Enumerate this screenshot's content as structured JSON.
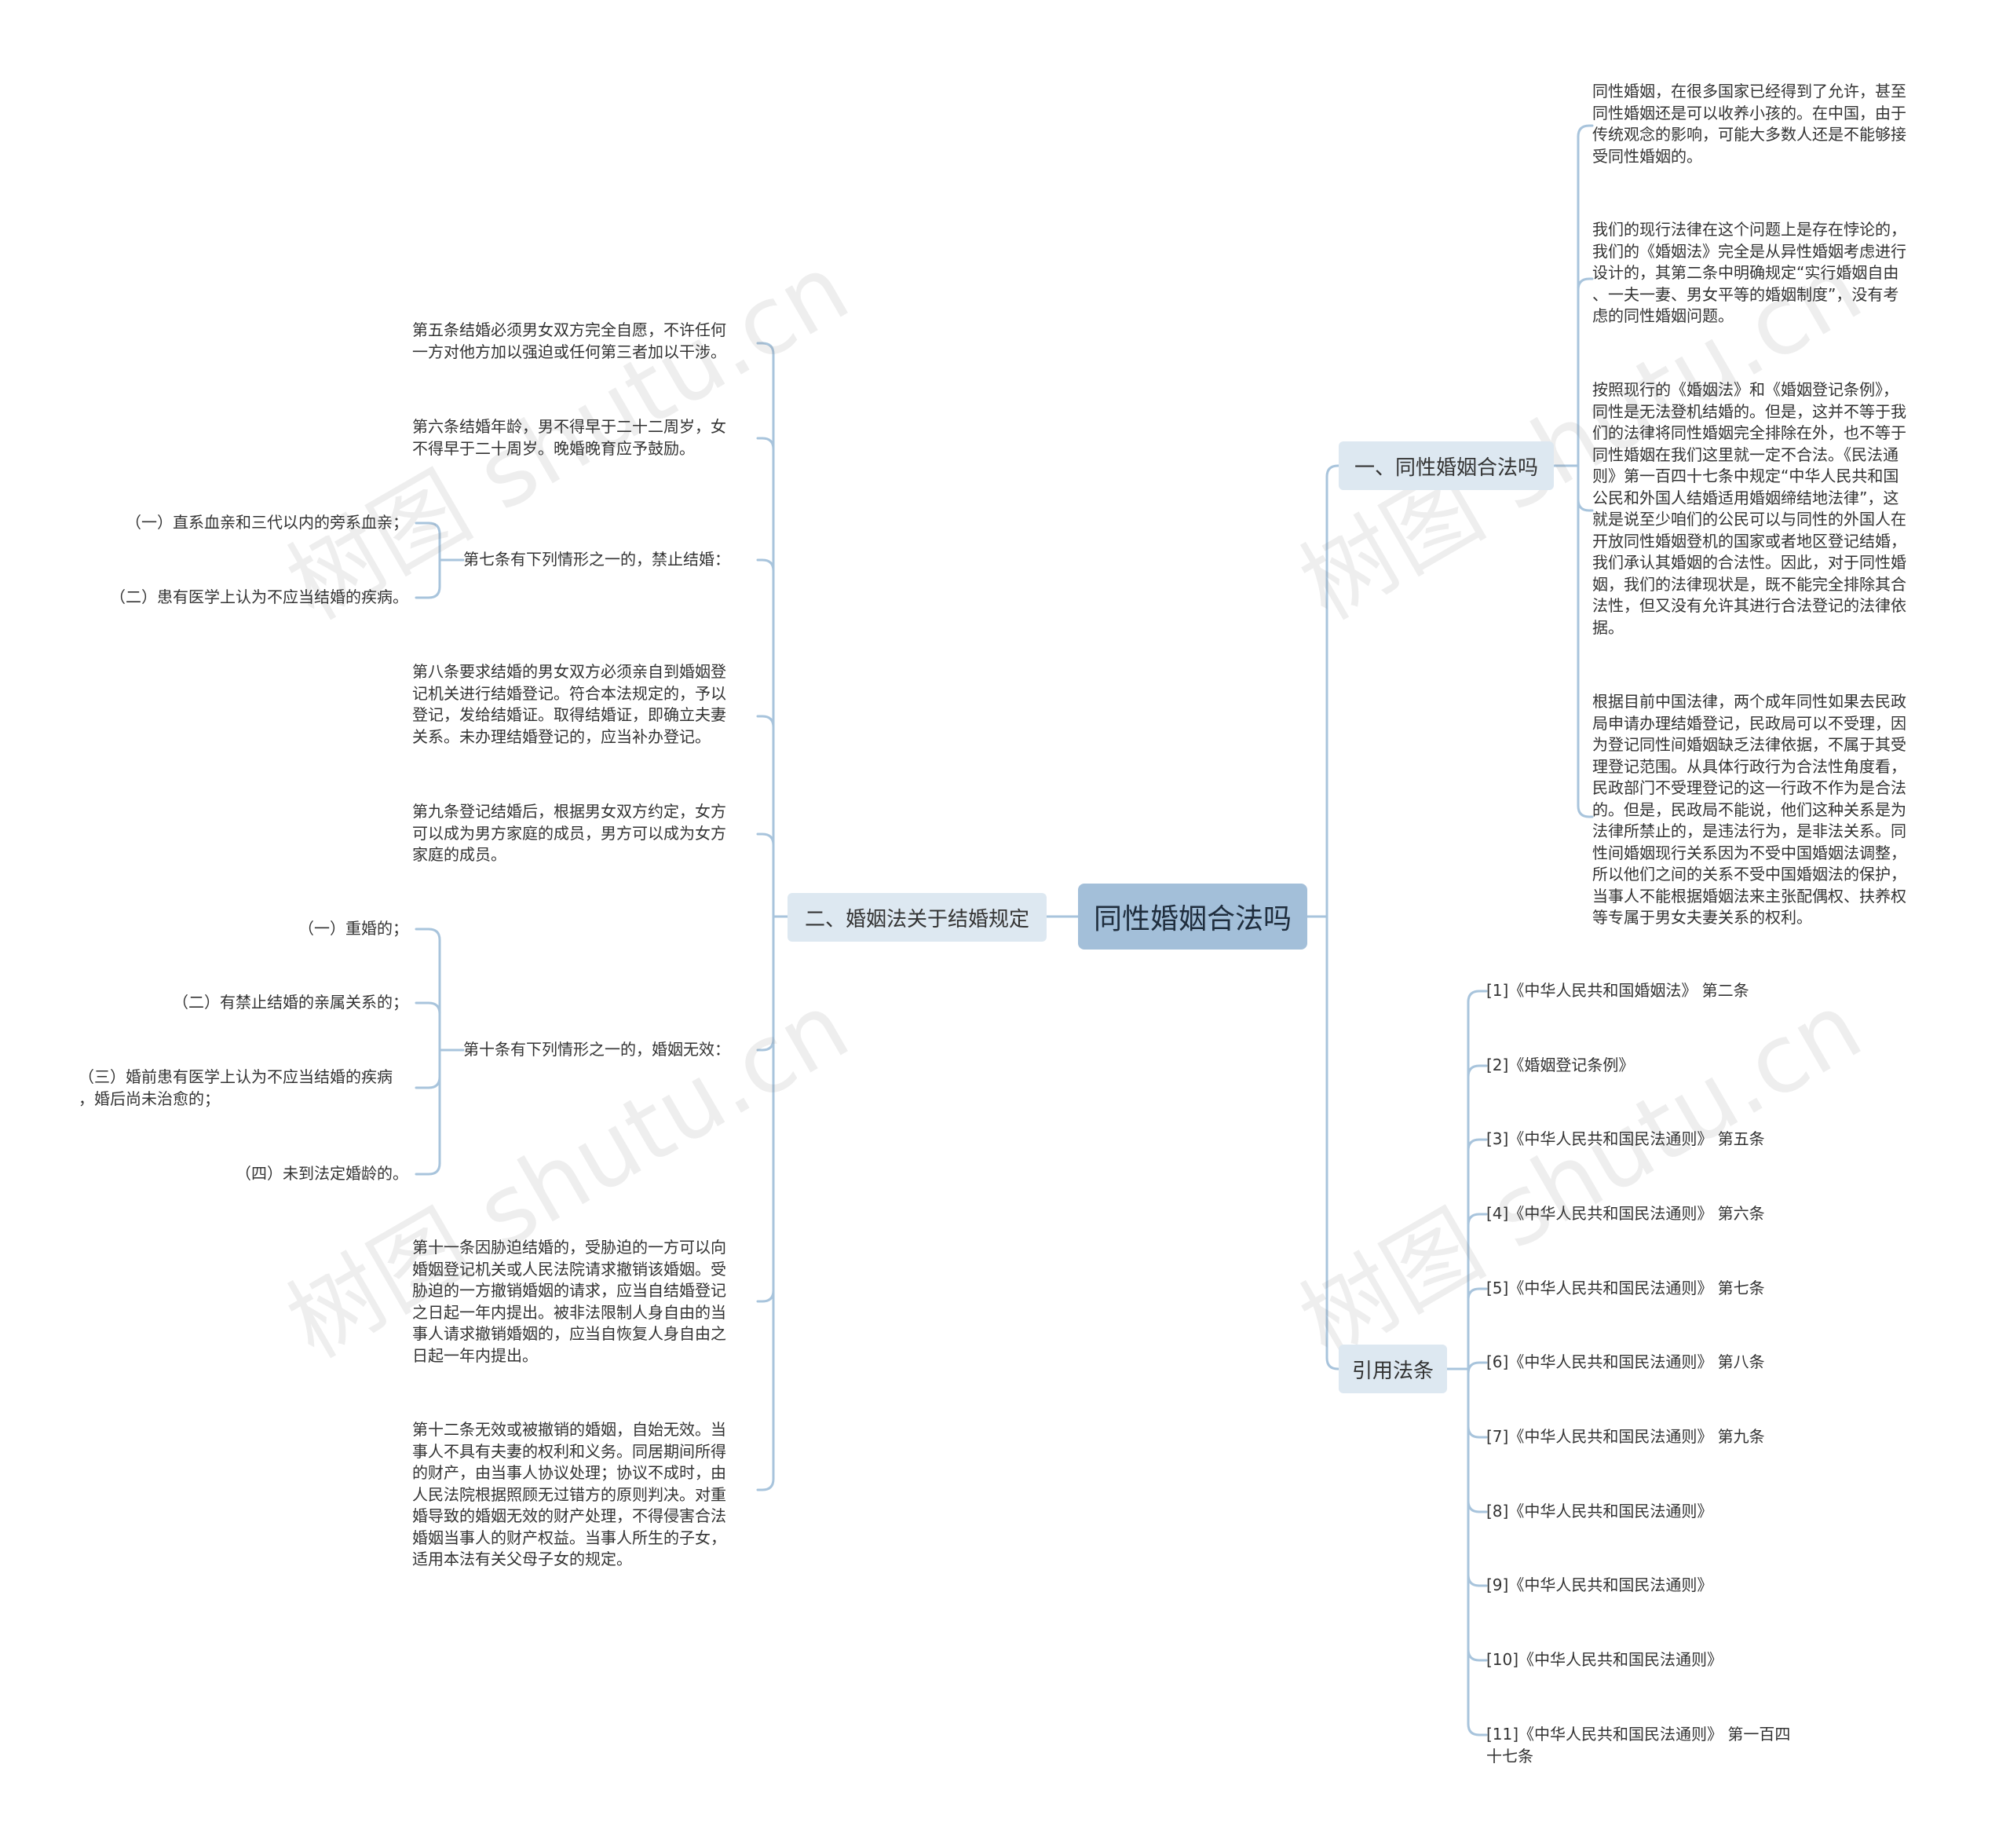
{
  "root": {
    "label": "同性婚姻合法吗"
  },
  "branches": {
    "b1": "一、同性婚姻合法吗",
    "b2": "二、婚姻法关于结婚规定",
    "b3": "引用法条"
  },
  "b1_items": [
    "同性婚姻，在很多国家已经得到了允许，甚至\n同性婚姻还是可以收养小孩的。在中国，由于\n传统观念的影响，可能大多数人还是不能够接\n受同性婚姻的。",
    "我们的现行法律在这个问题上是存在悖论的，\n我们的《婚姻法》完全是从异性婚姻考虑进行\n设计的，其第二条中明确规定“实行婚姻自由\n、一夫一妻、男女平等的婚姻制度”，没有考\n虑的同性婚姻问题。",
    "按照现行的《婚姻法》和《婚姻登记条例》，\n同性是无法登机结婚的。但是，这并不等于我\n们的法律将同性婚姻完全排除在外，也不等于\n同性婚姻在我们这里就一定不合法。《民法通\n则》第一百四十七条中规定“中华人民共和国\n公民和外国人结婚适用婚姻缔结地法律”，这\n就是说至少咱们的公民可以与同性的外国人在\n开放同性婚姻登机的国家或者地区登记结婚，\n我们承认其婚姻的合法性。因此，对于同性婚\n姻，我们的法律现状是，既不能完全排除其合\n法性，但又没有允许其进行合法登记的法律依\n据。",
    "根据目前中国法律，两个成年同性如果去民政\n局申请办理结婚登记，民政局可以不受理，因\n为登记同性间婚姻缺乏法律依据，不属于其受\n理登记范围。从具体行政行为合法性角度看，\n民政部门不受理登记的这一行政不作为是合法\n的。但是，民政局不能说，他们这种关系是为\n法律所禁止的，是违法行为，是非法关系。同\n性间婚姻现行关系因为不受中国婚姻法调整，\n所以他们之间的关系不受中国婚姻法的保护，\n当事人不能根据婚姻法来主张配偶权、扶养权\n等专属于男女夫妻关系的权利。"
  ],
  "b2_items": {
    "art5": "第五条结婚必须男女双方完全自愿，不许任何\n一方对他方加以强迫或任何第三者加以干涉。",
    "art6": "第六条结婚年龄，男不得早于二十二周岁，女\n不得早于二十周岁。晚婚晚育应予鼓励。",
    "art7": "第七条有下列情形之一的，禁止结婚：",
    "art7_subs": [
      "（一）直系血亲和三代以内的旁系血亲；",
      "（二）患有医学上认为不应当结婚的疾病。"
    ],
    "art8": "第八条要求结婚的男女双方必须亲自到婚姻登\n记机关进行结婚登记。符合本法规定的，予以\n登记，发给结婚证。取得结婚证，即确立夫妻\n关系。未办理结婚登记的，应当补办登记。",
    "art9": "第九条登记结婚后，根据男女双方约定，女方\n可以成为男方家庭的成员，男方可以成为女方\n家庭的成员。",
    "art10": "第十条有下列情形之一的，婚姻无效：",
    "art10_subs": [
      "（一）重婚的；",
      "（二）有禁止结婚的亲属关系的；",
      "（三）婚前患有医学上认为不应当结婚的疾病\n，婚后尚未治愈的；",
      "（四）未到法定婚龄的。"
    ],
    "art11": "第十一条因胁迫结婚的，受胁迫的一方可以向\n婚姻登记机关或人民法院请求撤销该婚姻。受\n胁迫的一方撤销婚姻的请求，应当自结婚登记\n之日起一年内提出。被非法限制人身自由的当\n事人请求撤销婚姻的，应当自恢复人身自由之\n日起一年内提出。",
    "art12": "第十二条无效或被撤销的婚姻，自始无效。当\n事人不具有夫妻的权利和义务。同居期间所得\n的财产，由当事人协议处理；协议不成时，由\n人民法院根据照顾无过错方的原则判决。对重\n婚导致的婚姻无效的财产处理，不得侵害合法\n婚姻当事人的财产权益。当事人所生的子女，\n适用本法有关父母子女的规定。"
  },
  "b3_items": [
    "[1]《中华人民共和国婚姻法》 第二条",
    "[2]《婚姻登记条例》",
    "[3]《中华人民共和国民法通则》 第五条",
    "[4]《中华人民共和国民法通则》 第六条",
    "[5]《中华人民共和国民法通则》 第七条",
    "[6]《中华人民共和国民法通则》 第八条",
    "[7]《中华人民共和国民法通则》 第九条",
    "[8]《中华人民共和国民法通则》",
    "[9]《中华人民共和国民法通则》",
    "[10]《中华人民共和国民法通则》",
    "[11]《中华人民共和国民法通则》 第一百四\n十七条"
  ],
  "watermark": "树图 shutu.cn",
  "colors": {
    "line": "#a8c4dc",
    "root_bg": "#a3bfd9",
    "branch_bg": "#dde8f1"
  }
}
